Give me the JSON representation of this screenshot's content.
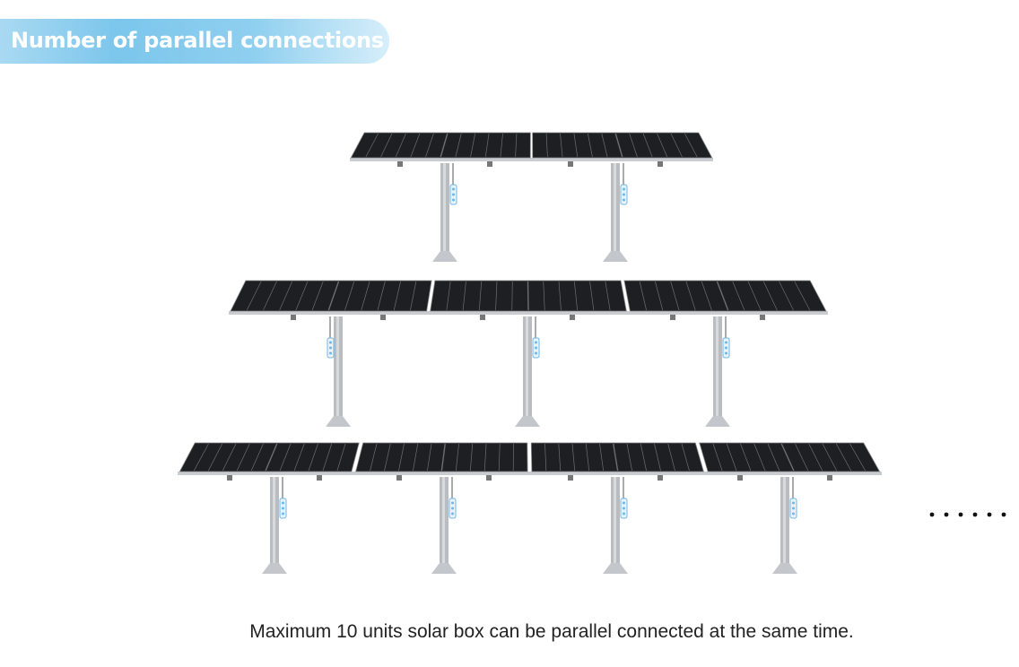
{
  "title": "Number of parallel connections",
  "caption": "Maximum 10 units solar box can be parallel connected at the same time.",
  "continuation_symbol": "······",
  "rows": [
    {
      "units": 2
    },
    {
      "units": 3
    },
    {
      "units": 4
    }
  ],
  "colors": {
    "title_bg": "#7cc6ec",
    "panel": "#1e1f22",
    "frame": "#c9ccd0",
    "pole": "#b9bcc0",
    "controller": "#6fb7e6"
  }
}
